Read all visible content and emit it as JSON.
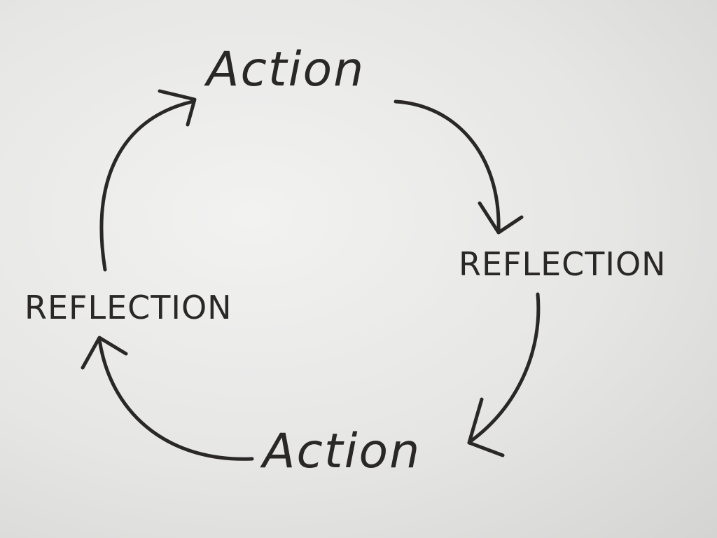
{
  "diagram": {
    "nodes": [
      {
        "id": "top",
        "label": "Action"
      },
      {
        "id": "right",
        "label": "REFLECTION"
      },
      {
        "id": "bottom",
        "label": "Action"
      },
      {
        "id": "left",
        "label": "REFLECTION"
      }
    ],
    "edges": [
      {
        "from": "top",
        "to": "right"
      },
      {
        "from": "right",
        "to": "bottom"
      },
      {
        "from": "bottom",
        "to": "left"
      },
      {
        "from": "left",
        "to": "top"
      }
    ],
    "ink_color": "#2a2826"
  }
}
